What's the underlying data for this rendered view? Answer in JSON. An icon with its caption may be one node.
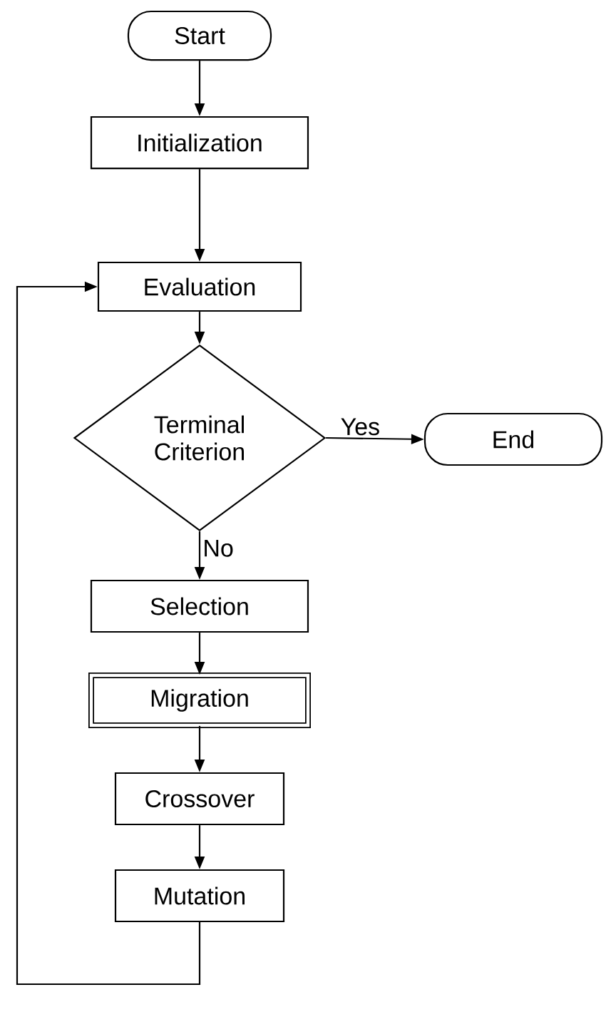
{
  "diagram": {
    "nodes": [
      {
        "text": [
          "Start"
        ]
      },
      {
        "text": [
          "Initialization"
        ]
      },
      {
        "text": [
          "Evaluation"
        ]
      },
      {
        "text": [
          "Terminal Criterion"
        ]
      },
      {
        "text": [
          "End"
        ]
      },
      {
        "text": [
          "Selection"
        ]
      },
      {
        "text": [
          "Migration"
        ]
      },
      {
        "text": [
          "Crossover"
        ]
      },
      {
        "text": [
          "Mutation"
        ]
      }
    ],
    "edges": [
      {
        "from": 0,
        "to": 1,
        "arrow": "to"
      },
      {
        "from": 1,
        "to": 2,
        "arrow": "to"
      },
      {
        "from": 2,
        "to": 3,
        "arrow": "to"
      },
      {
        "from": 3,
        "to": 4,
        "arrow": "to",
        "label": "Yes"
      },
      {
        "from": 3,
        "to": 5,
        "arrow": "to",
        "label": "No"
      },
      {
        "from": 5,
        "to": 6,
        "arrow": "to"
      },
      {
        "from": 6,
        "to": 7,
        "arrow": "to"
      },
      {
        "from": 7,
        "to": 8,
        "arrow": "to"
      },
      {
        "from": 8,
        "to": 2,
        "arrow": "to"
      }
    ]
  }
}
